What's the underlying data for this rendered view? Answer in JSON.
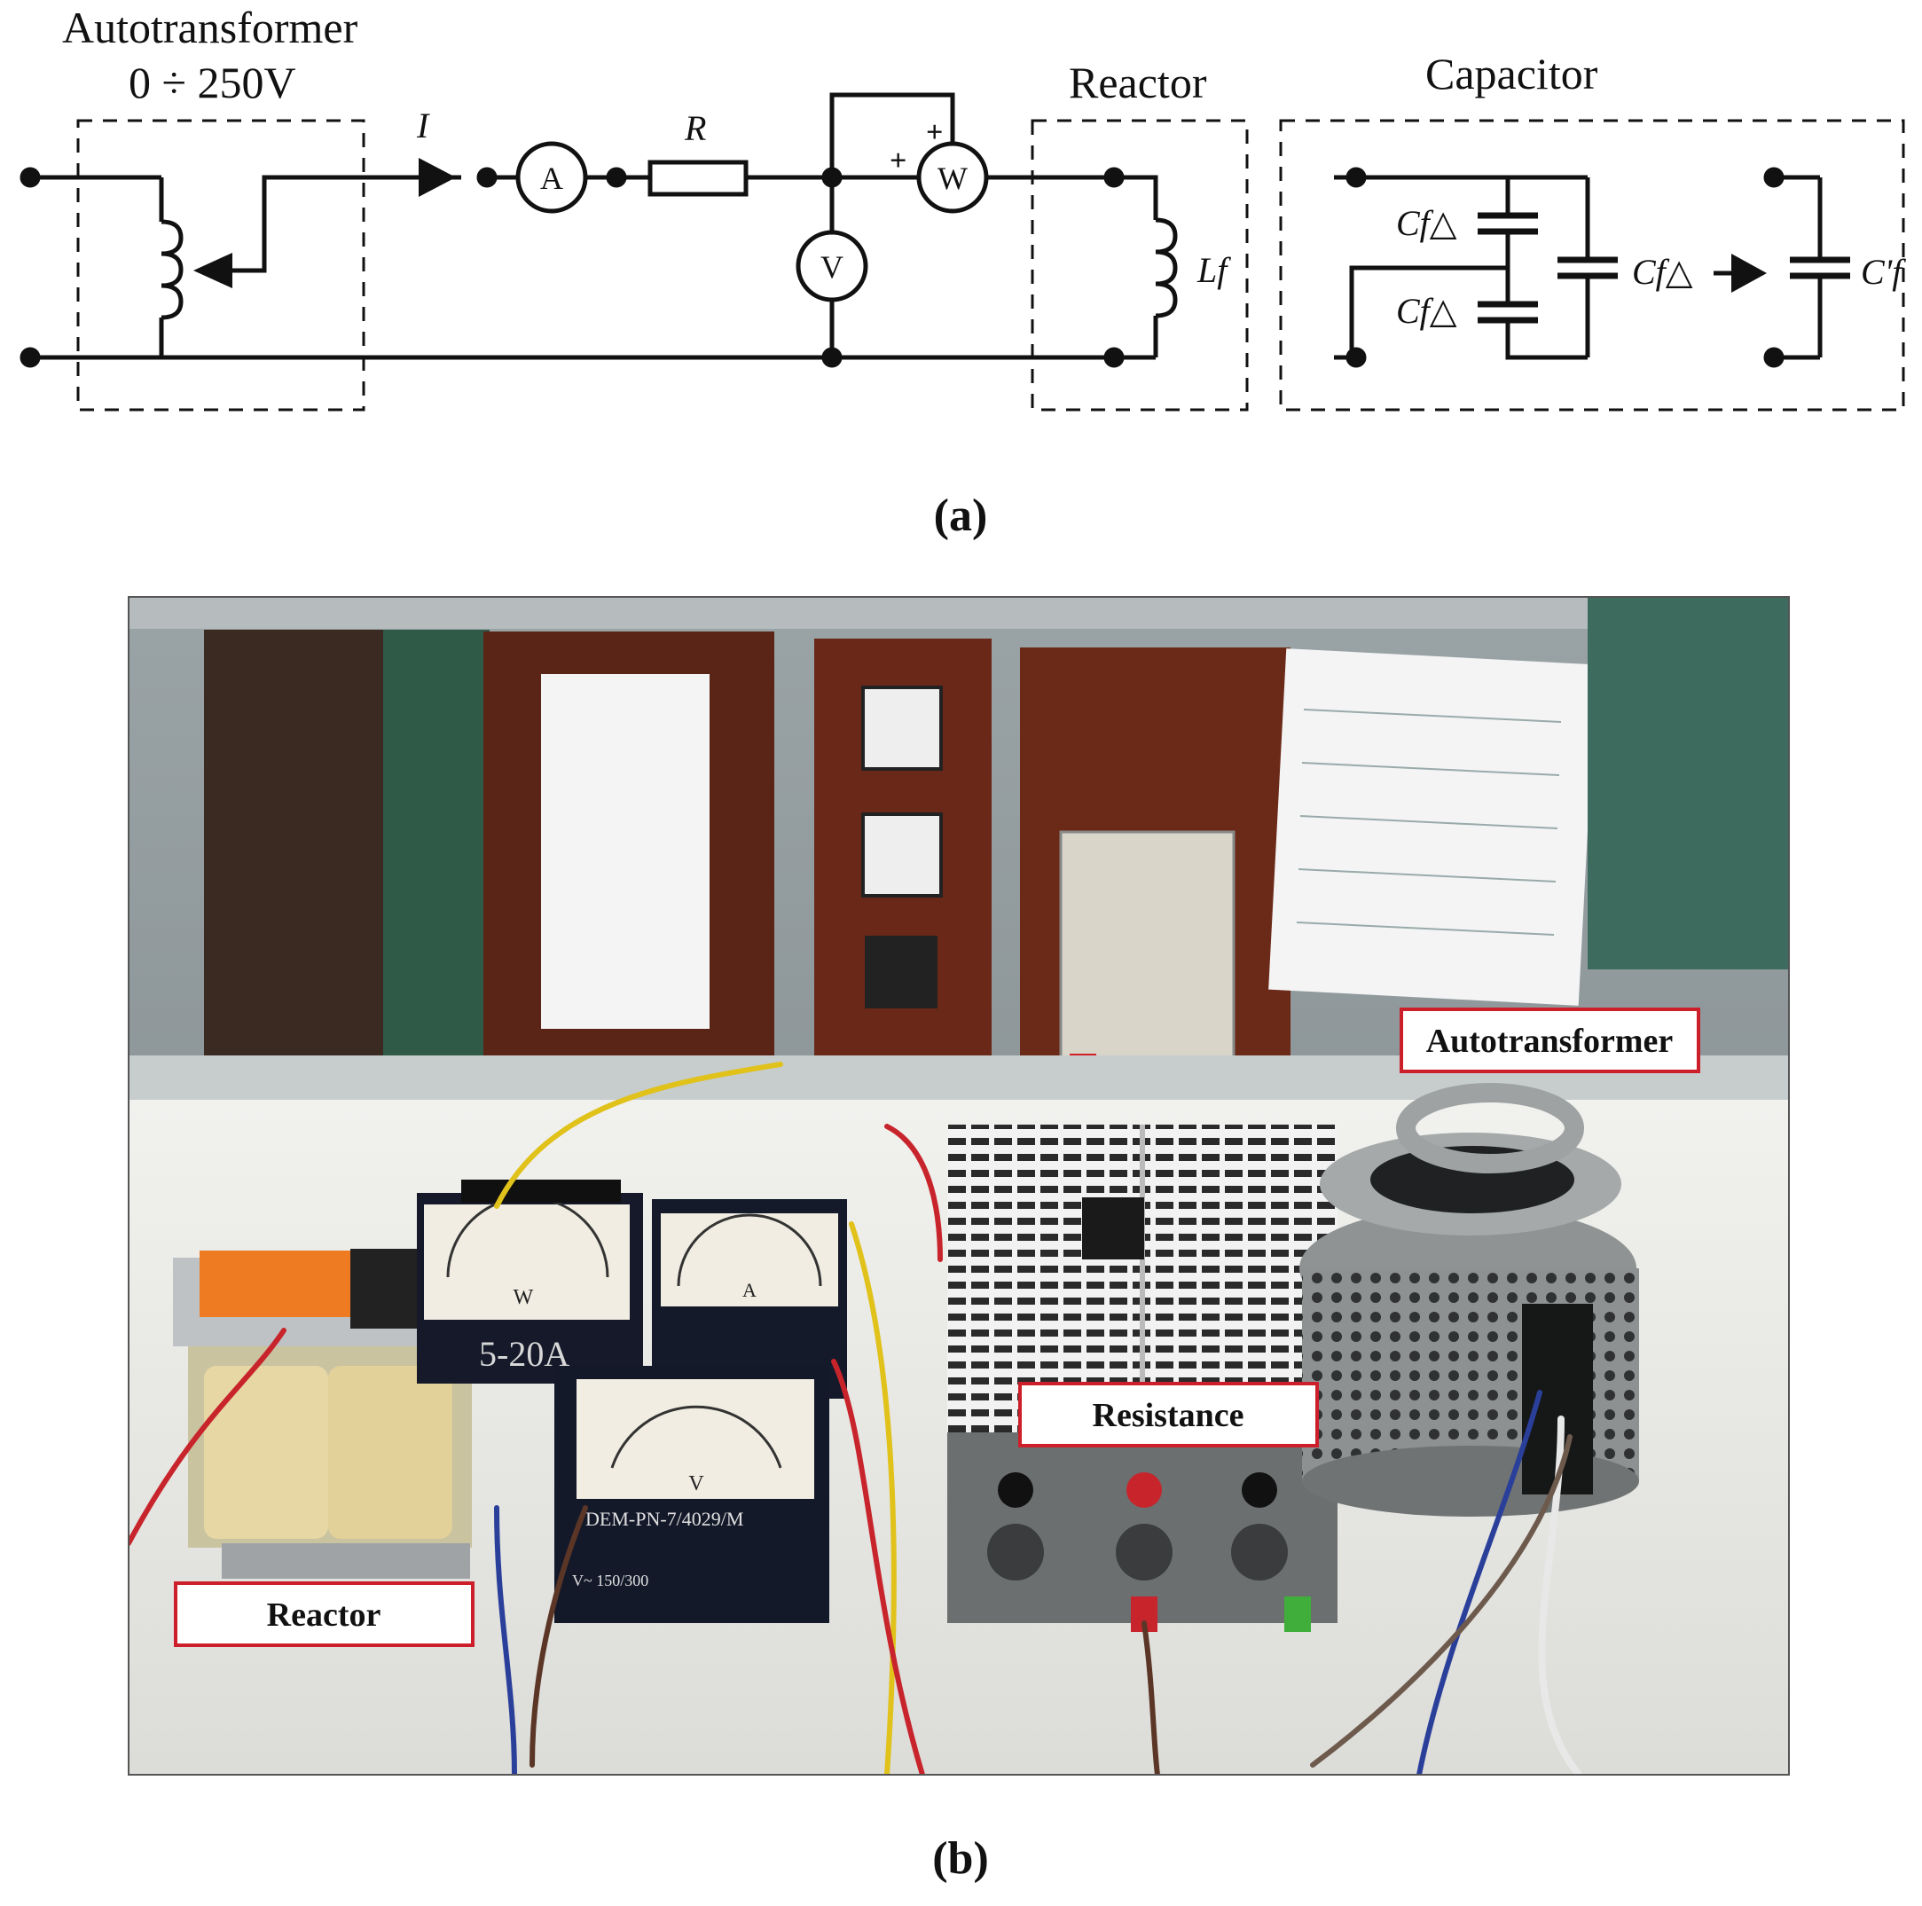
{
  "diagram": {
    "autotransformer_title": "Autotransformer",
    "autotransformer_range": "0 ÷ 250V",
    "reactor_title": "Reactor",
    "capacitor_title": "Capacitor",
    "current_label": "I",
    "resistor_label": "R",
    "ammeter_label": "A",
    "voltmeter_label": "V",
    "wattmeter_label": "W",
    "wattmeter_plus_1": "+",
    "wattmeter_plus_2": "+",
    "inductor_label": "Lf",
    "cap_delta_top": "Cf△",
    "cap_delta_bottom": "Cf△",
    "cap_delta_equiv": "Cf△",
    "cap_equiv": "C'f",
    "caption": "(a)"
  },
  "photo": {
    "tag_autotransformer": "Autotransformer",
    "tag_resistance": "Resistance",
    "tag_reactor": "Reactor",
    "meter_scale_w": "W",
    "meter_scale_a": "A",
    "meter_scale_v": "V",
    "meter_range_plate": "5-20A",
    "voltmeter_model": "DEM-PN-7/4029/M",
    "voltmeter_range": "V~ 150/300",
    "caption": "(b)"
  },
  "colors": {
    "line": "#111111",
    "tag_border": "#cc1f2a",
    "wire_red": "#c8242c",
    "wire_yellow": "#e0c21a",
    "wire_blue": "#2a3f9a",
    "panel_brown": "#5a2416",
    "table_white": "#e9e9e6"
  }
}
